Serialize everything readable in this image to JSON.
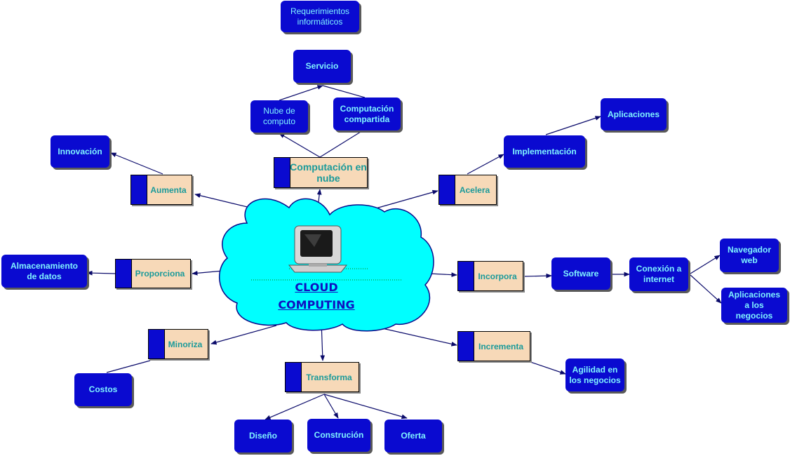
{
  "central": {
    "line1": "CLOUD",
    "line2": "COMPUTING"
  },
  "main_nodes": {
    "computacion": "Computación en nube",
    "aumenta": "Aumenta",
    "acelera": "Acelera",
    "proporciona": "Proporciona",
    "incorpora": "Incorpora",
    "minoriza": "Minoriza",
    "incrementa": "Incrementa",
    "transforma": "Transforma"
  },
  "leaf_nodes": {
    "requerimientos": "Requerimientos informáticos",
    "servicio": "Servicio",
    "nube_computo": "Nube de computo",
    "compartida": "Computación compartida",
    "innovacion": "Innovación",
    "aplicaciones": "Aplicaciones",
    "implementacion": "Implementación",
    "almacenamiento": "Almacenamiento de datos",
    "software": "Software",
    "conexion": "Conexión a internet",
    "navegador": "Navegador web",
    "aplicaciones_negocios": "Aplicaciones a los negocios",
    "agilidad": "Agilidad en los negocios",
    "costos": "Costos",
    "diseno": "Diseño",
    "construccion": "Construción",
    "oferta": "Oferta"
  },
  "colors": {
    "node_blue": "#0a0ad0",
    "node_text": "#7ff3ff",
    "main_fill": "#f7d9b8",
    "main_text": "#1a9a9a",
    "cloud": "#00ffff",
    "line": "#0a0a6a"
  }
}
